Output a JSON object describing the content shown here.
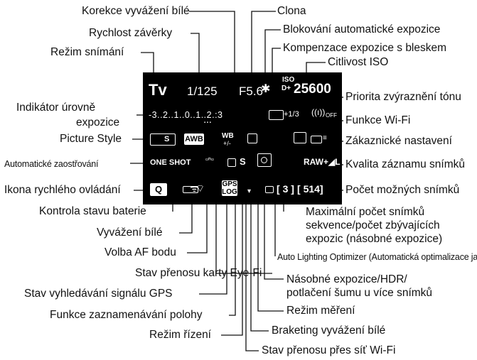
{
  "callouts": {
    "korekce_wb": "Korekce vyvážení bílé",
    "clona": "Clona",
    "rychlost": "Rychlost závěrky",
    "blokovani_ae": "Blokování automatické expozice",
    "kompenzace_blesk": "Kompenzace expozice s bleskem",
    "rezim_snimani": "Režim snímání",
    "citlivost_iso": "Citlivost ISO",
    "priorita_tonu": "Priorita zvýraznění tónu",
    "indikator_1": "Indikátor úrovně",
    "indikator_2": "expozice",
    "wifi_funkce": "Funkce Wi-Fi",
    "picture_style": "Picture Style",
    "zakaznicke": "Zákaznické nastavení",
    "af_zaostrovani": "Automatické zaostřování",
    "kvalita": "Kvalita záznamu snímků",
    "rychle_ovladani": "Ikona rychlého ovládání",
    "pocet_snimku": "Počet možných snímků",
    "baterie": "Kontrola stavu baterie",
    "max_snimku": "Maximální počet snímků\nsekvence/počet zbývajících\nexpozic (násobné expozice)",
    "wb": "Vyvážení bílé",
    "af_bod": "Volba AF bodu",
    "alo": "Auto Lighting Optimizer (Automatická optimalizace jasu)",
    "eyefi": "Stav přenosu karty Eye-Fi",
    "nasobne": "Násobné expozice/HDR/\npotlačení šumu u více snímků",
    "gps": "Stav vyhledávání signálu GPS",
    "poloha": "Funkce zaznamenávání polohy",
    "mereni": "Režim měření",
    "rizeni": "Režim řízení",
    "braketing": "Braketing vyvážení bílé",
    "wifi_prenos": "Stav přenosu přes síť Wi-Fi"
  },
  "screen": {
    "mode": "Tv",
    "shutter": "1/125",
    "aperture": "F5.6",
    "ae_lock": "✱",
    "iso_label": "ISO",
    "d_plus": "D+",
    "iso_value": "25600",
    "meter_scale": "-3..2..1..0..1..2.:3",
    "flash_comp": "+1/3",
    "wifi_off": "OFF",
    "picture_style": "S",
    "awb": "AWB",
    "wb_shift": "WB",
    "af_mode": "ONE SHOT",
    "drive": "S",
    "quality": "RAW+◢L",
    "q_icon": "Q",
    "gps_top": "GPS",
    "gps_bottom": "LOG",
    "bracket_val": "3",
    "shots": "514"
  }
}
